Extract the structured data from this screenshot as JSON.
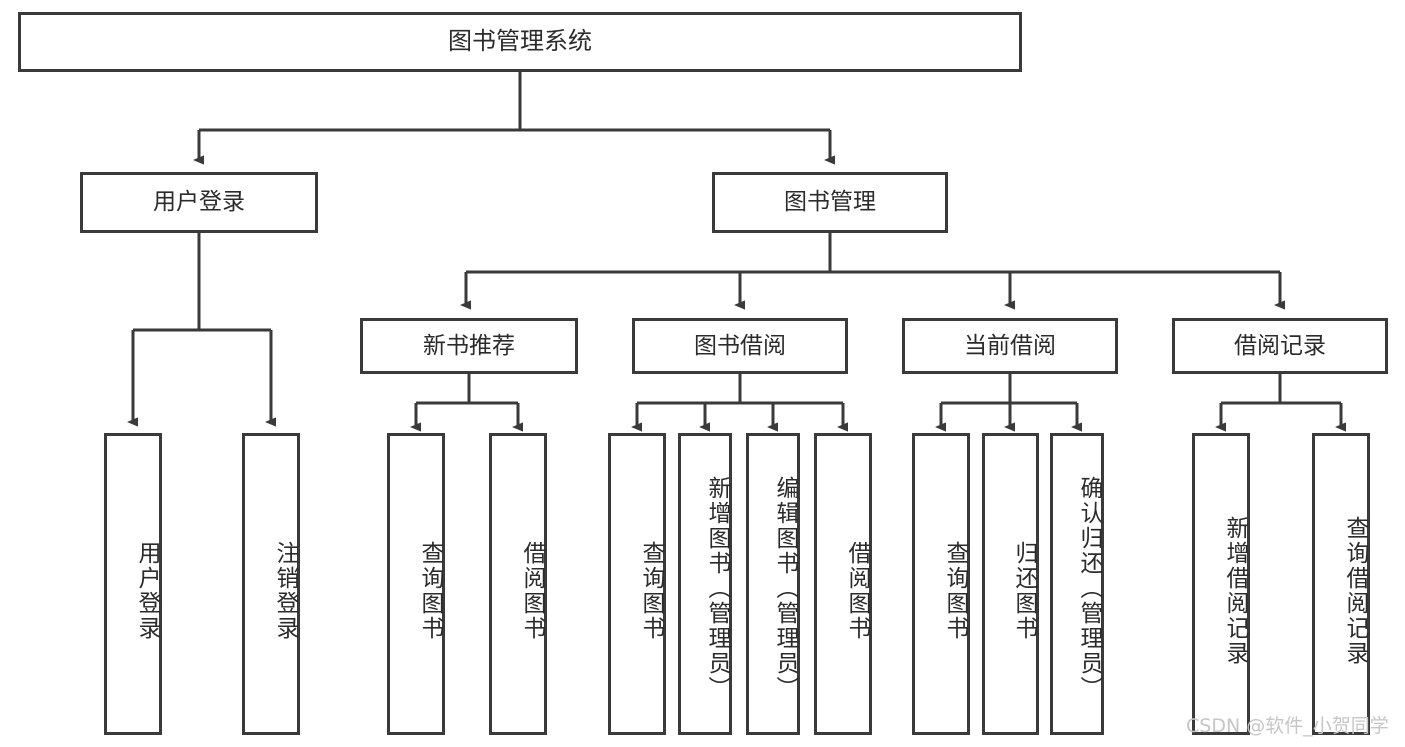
{
  "diagram": {
    "title": "图书管理系统",
    "watermark": "CSDN @软件_小贺同学",
    "colors": {
      "stroke": "#3a3a3a",
      "text": "#2b2b2b",
      "background": "#ffffff",
      "watermark": "#c6c6c6"
    },
    "nodes": {
      "root": {
        "label": "图书管理系统"
      },
      "level1": [
        {
          "label": "用户登录"
        },
        {
          "label": "图书管理"
        }
      ],
      "level2": [
        {
          "label": "新书推荐"
        },
        {
          "label": "图书借阅"
        },
        {
          "label": "当前借阅"
        },
        {
          "label": "借阅记录"
        }
      ],
      "leaves": {
        "user_login": [
          {
            "label": "用户登录"
          },
          {
            "label": "注销登录"
          }
        ],
        "new_book_recommend": [
          {
            "label": "查询图书"
          },
          {
            "label": "借阅图书"
          }
        ],
        "book_borrow": [
          {
            "label": "查询图书"
          },
          {
            "label": "新增图书（管理员）"
          },
          {
            "label": "编辑图书（管理员）"
          },
          {
            "label": "借阅图书"
          }
        ],
        "current_borrow": [
          {
            "label": "查询图书"
          },
          {
            "label": "归还图书"
          },
          {
            "label": "确认归还（管理员）"
          }
        ],
        "borrow_record": [
          {
            "label": "新增借阅记录"
          },
          {
            "label": "查询借阅记录"
          }
        ]
      }
    }
  }
}
